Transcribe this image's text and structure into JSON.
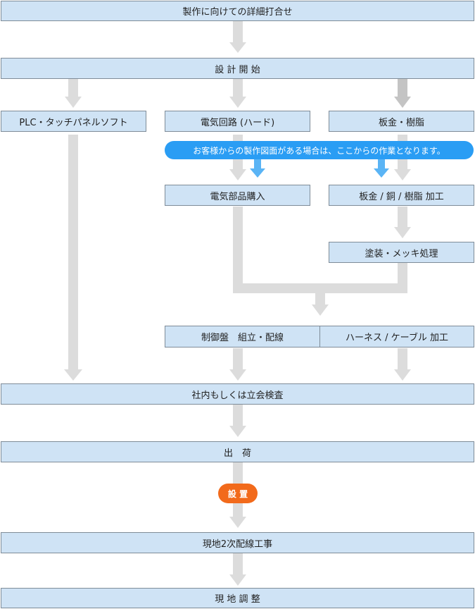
{
  "colors": {
    "box_fill": "#cfe3f5",
    "box_border": "#7f8c98",
    "arrow": "#dcdcdc",
    "arrow_dark": "#c4c4c4",
    "highlight_arrow": "#5ab4f5",
    "note_pill": "#2a9df4",
    "install_pill": "#f26a1b"
  },
  "steps": {
    "meeting": "製作に向けての詳細打合せ",
    "design_start": "設 計 開 始",
    "plc_software": "PLC・タッチパネルソフト",
    "electrical_circuit": "電気回路 (ハード)",
    "sheet_metal_resin": "板金・樹脂",
    "electrical_parts": "電気部品購入",
    "processing": "板金 / 銅 / 樹脂  加工",
    "painting_plating": "塗装・メッキ処理",
    "control_panel": "制御盤　組立・配線",
    "harness_cable": "ハーネス / ケーブル  加工",
    "inspection": "社内もしくは立会検査",
    "shipping": "出　荷",
    "wiring_work": "現地2次配線工事",
    "adjustment": "現 地 調 整"
  },
  "note": "お客様からの製作図面がある場合は、ここからの作業となります。",
  "install_label": "設 置"
}
